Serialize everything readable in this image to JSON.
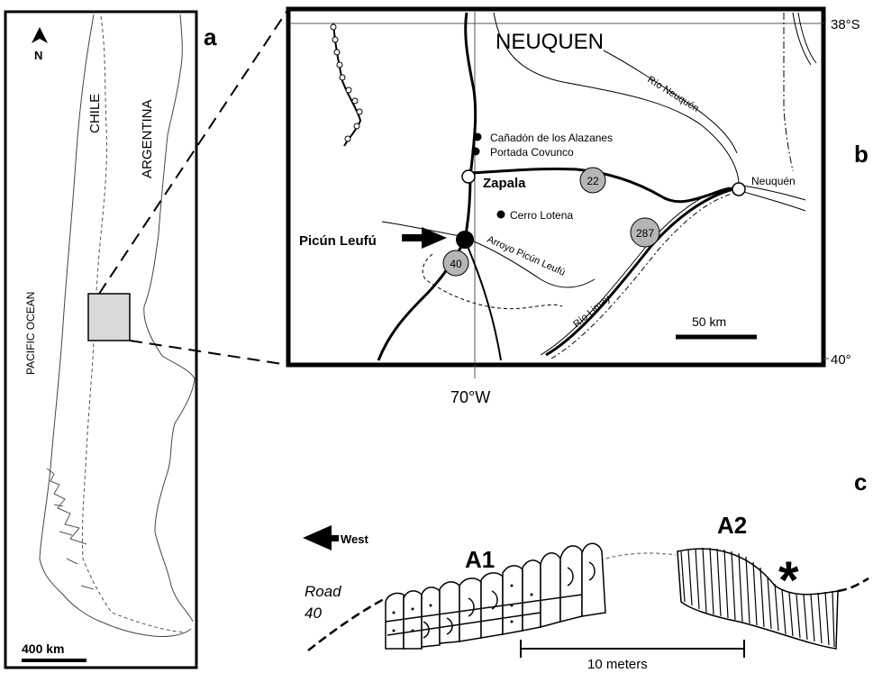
{
  "panel_a": {
    "letter": "a",
    "north": "N",
    "labels": {
      "chile": "CHILE",
      "argentina": "ARGENTINA",
      "ocean": "PACIFIC OCEAN"
    },
    "scale_bar": "400 km"
  },
  "panel_b": {
    "letter": "b",
    "province": "NEUQUEN",
    "lat_top": "38°S",
    "lat_bottom": "40°",
    "lon": "70°W",
    "rivers": {
      "neuquen": "Río Neuquén",
      "limay": "Río Limay",
      "arroyo": "Arroyo Picún Leufú"
    },
    "places": {
      "canadon": "Cañadón de los Alazanes",
      "portada": "Portada Covunco",
      "zapala": "Zapala",
      "cerro": "Cerro Lotena",
      "picun": "Picún Leufú",
      "neuquen_city": "Neuquén"
    },
    "routes": {
      "r22": "22",
      "r287": "287",
      "r40": "40"
    },
    "scale_bar": "50 km"
  },
  "panel_c": {
    "letter": "c",
    "west": "West",
    "road_line1": "Road",
    "road_line2": "40",
    "a1": "A1",
    "a2": "A2",
    "star": "*",
    "scale_bar": "10 meters"
  }
}
